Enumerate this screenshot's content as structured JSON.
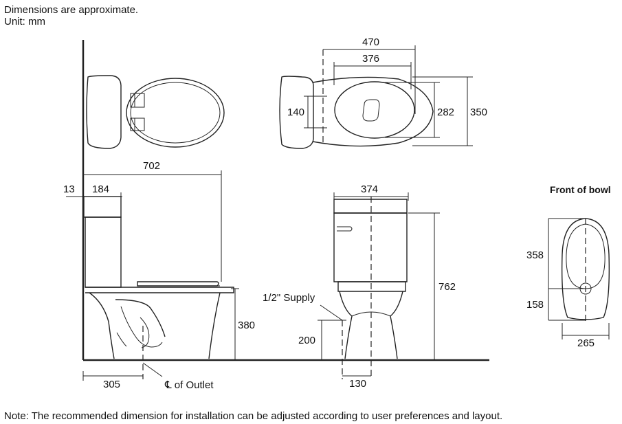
{
  "notes": {
    "approx": "Dimensions are approximate.",
    "unit": "Unit: mm",
    "bottom": "Note: The recommended dimension for installation can be adjusted according to user preferences and layout."
  },
  "dims": {
    "top_470": "470",
    "top_376": "376",
    "top_140": "140",
    "top_282": "282",
    "top_350": "350",
    "side_702": "702",
    "side_13": "13",
    "side_184": "184",
    "side_380": "380",
    "side_305": "305",
    "front_374": "374",
    "front_762": "762",
    "front_200": "200",
    "front_130": "130",
    "bowl_358": "358",
    "bowl_158": "158",
    "bowl_265": "265"
  },
  "labels": {
    "supply": "1/2\" Supply",
    "outlet": "℄ of Outlet",
    "front_of_bowl": "Front of bowl"
  }
}
